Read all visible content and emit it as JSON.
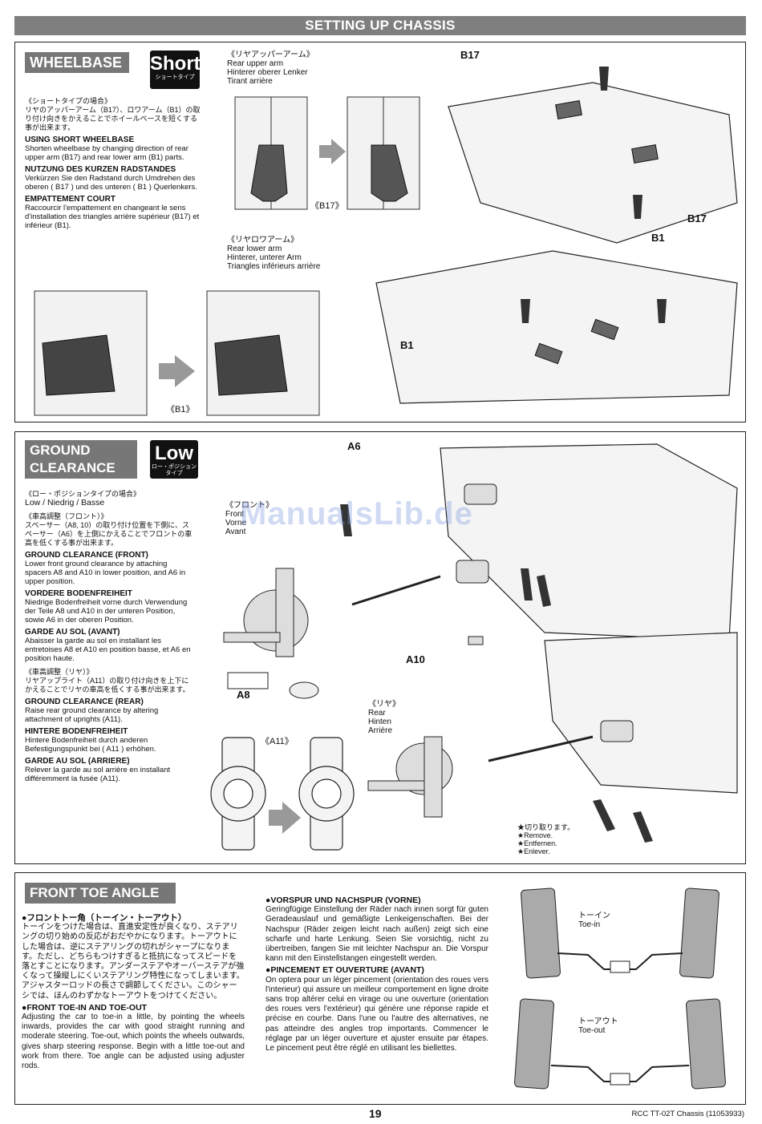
{
  "header": {
    "title": "SETTING UP CHASSIS"
  },
  "wheelbase": {
    "title": "WHEELBASE",
    "tag_big": "Short",
    "tag_small": "ショートタイプ",
    "jp_head": "《ショートタイプの場合》",
    "jp_body": "リヤのアッパーアーム（B17）、ロワアーム（B1）の取り付け向きをかえることでホイールベースを短くする事が出来ます。",
    "en_head": "USING SHORT WHEELBASE",
    "en_body": "Shorten wheelbase by changing direction of rear upper arm (B17) and rear lower arm (B1) parts.",
    "de_head": "NUTZUNG DES KURZEN RADSTANDES",
    "de_body": "Verkürzen Sie den Radstand durch Umdrehen des oberen ( B17 ) und des unteren ( B1 ) Querlenkers.",
    "fr_head": "EMPATTEMENT COURT",
    "fr_body": "Raccourcir l'empattement en changeant le sens d'installation des triangles arrière supérieur (B17) et inférieur (B1).",
    "upper_arm_jp": "《リヤアッパーアーム》",
    "upper_arm_en": "Rear upper arm",
    "upper_arm_de": "Hinterer oberer Lenker",
    "upper_arm_fr": "Tirant arrière",
    "lower_arm_jp": "《リヤロワアーム》",
    "lower_arm_en": "Rear lower arm",
    "lower_arm_de": "Hinterer, unterer Arm",
    "lower_arm_fr": "Triangles inférieurs arrière",
    "label_b17_caption": "《B17》",
    "label_b1_caption": "《B1》",
    "label_b17_top": "B17",
    "label_b17_bottom": "B17",
    "label_b1_top": "B1",
    "label_b1_left": "B1"
  },
  "ground": {
    "title_line1": "GROUND",
    "title_line2": "CLEARANCE",
    "tag_big": "Low",
    "tag_small": "ロー・ポジション タイプ",
    "jp_head": "《ロー・ポジションタイプの場合》",
    "lang_line": "Low / Niedrig / Basse",
    "front_jp_head": "《車高調整（フロント）》",
    "front_jp_body": "スペーサー（A8, 10）の取り付け位置を下側に、スペーサー（A6）を上側にかえることでフロントの車高を低くする事が出来ます。",
    "front_en_head": "GROUND CLEARANCE (FRONT)",
    "front_en_body": "Lower front ground clearance by attaching spacers A8 and A10 in lower position, and A6 in upper position.",
    "front_de_head": "VORDERE BODENFREIHEIT",
    "front_de_body": "Niedrige Bodenfreiheit vorne durch Verwendung der Teile A8 und A10 in der unteren Position, sowie A6 in der oberen Position.",
    "front_fr_head": "GARDE AU SOL (AVANT)",
    "front_fr_body": "Abaisser la garde au sol en installant les entretoises A8 et A10 en position basse, et A6 en position haute.",
    "rear_jp_head": "《車高調整（リヤ）》",
    "rear_jp_body": "リヤアップライト（A11）の取り付け向きを上下にかえることでリヤの車高を低くする事が出来ます。",
    "rear_en_head": "GROUND CLEARANCE (REAR)",
    "rear_en_body": "Raise rear ground clearance by altering attachment of uprights (A11).",
    "rear_de_head": "HINTERE BODENFREIHEIT",
    "rear_de_body": "Hintere Bodenfreiheit durch anderen Befestigungspunkt bei ( A11 ) erhöhen.",
    "rear_fr_head": "GARDE AU SOL (ARRIERE)",
    "rear_fr_body": "Relever la garde au sol arrière en installant différemment la fusée (A11).",
    "front_label_jp": "《フロント》",
    "front_label_en": "Front",
    "front_label_de": "Vorne",
    "front_label_fr": "Avant",
    "rear_label_jp": "《リヤ》",
    "rear_label_en": "Rear",
    "rear_label_de": "Hinten",
    "rear_label_fr": "Arrière",
    "label_a6": "A6",
    "label_a8": "A8",
    "label_a10": "A10",
    "label_a11": "《A11》",
    "remove_jp": "★切り取ります。",
    "remove_en": "★Remove.",
    "remove_de": "★Entfernen.",
    "remove_fr": "★Enlever.",
    "watermark": "ManualsLib.de"
  },
  "toe": {
    "title": "FRONT TOE ANGLE",
    "jp_head": "●フロントトー角（トーイン・トーアウト）",
    "jp_body": "トーインをつけた場合は、直進安定性が良くなり、ステアリングの切り始めの反応がおだやかになります。トーアウトにした場合は、逆にステアリングの切れがシャープになります。ただし、どちらもつけすぎると抵抗になってスピードを落とすことになります。アンダーステアやオーバーステアが強くなって操縦しにくいステアリング特性になってしまいます。アジャスターロッドの長さで調節してください。このシャーシでは、ほんのわずかなトーアウトをつけてください。",
    "en_head": "●FRONT TOE-IN AND TOE-OUT",
    "en_body": "Adjusting the car to toe-in a little, by pointing the wheels inwards, provides the car with good straight running and moderate steering. Toe-out, which points the wheels outwards, gives sharp steering response. Begin with a little toe-out and work from there. Toe angle can be adjusted using adjuster rods.",
    "de_head": "●VORSPUR UND NACHSPUR (VORNE)",
    "de_body": "Geringfügige Einstellung der Räder nach innen sorgt für guten Geradeauslauf und gemäßigte Lenkeigenschaften. Bei der Nachspur (Räder zeigen leicht nach außen) zeigt sich eine scharfe und harte Lenkung. Seien Sie vorsichtig, nicht zu übertreiben, fangen Sie mit leichter Nachspur an. Die Vorspur kann mit den Einstellstangen eingestellt werden.",
    "fr_head": "●PINCEMENT ET OUVERTURE (AVANT)",
    "fr_body": "On optera pour un léger pincement (orientation des roues vers l'interieur) qui assure un meilleur comportement en ligne droite sans trop altérer celui en virage ou une ouverture (orientation des roues vers l'extérieur) qui génère une réponse rapide et précise en courbe. Dans l'une ou l'autre des alternatives, ne pas atteindre des angles trop importants. Commencer le réglage par un léger ouverture et ajuster ensuite par étapes. Le pincement peut être réglé en utilisant les biellettes.",
    "toein_jp": "トーイン",
    "toein_en": "Toe-in",
    "toeout_jp": "トーアウト",
    "toeout_en": "Toe-out"
  },
  "footer": {
    "page": "19",
    "ref": "RCC TT-02T Chassis (11053933)"
  }
}
